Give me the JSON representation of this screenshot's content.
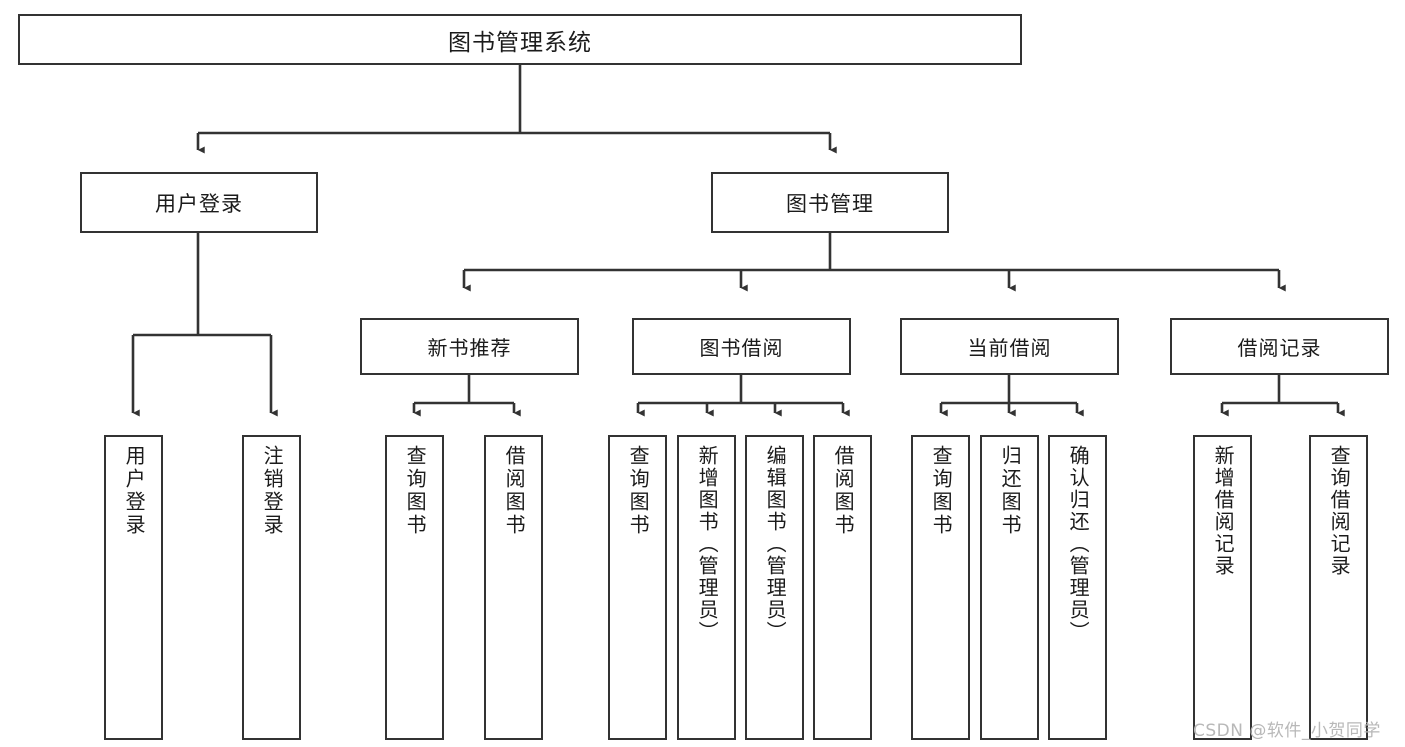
{
  "diagram": {
    "kind": "functional-structure-tree",
    "title": "图书管理系统",
    "watermark": "CSDN @软件_小贺同学",
    "colors": {
      "stroke": "#333333",
      "box_fill": "#ffffff",
      "text": "#1b1b1b",
      "background": "#ffffff",
      "watermark": "#b8b8b8"
    },
    "root": {
      "label": "图书管理系统"
    },
    "level1": [
      {
        "id": "user-login",
        "label": "用户登录"
      },
      {
        "id": "book-management",
        "label": "图书管理"
      }
    ],
    "level2": [
      {
        "id": "new-book-recommend",
        "label": "新书推荐",
        "parent": "book-management"
      },
      {
        "id": "book-borrow",
        "label": "图书借阅",
        "parent": "book-management"
      },
      {
        "id": "current-borrow",
        "label": "当前借阅",
        "parent": "book-management"
      },
      {
        "id": "borrow-record",
        "label": "借阅记录",
        "parent": "book-management"
      }
    ],
    "leaves": {
      "user_login": [
        {
          "id": "leaf-user-login",
          "label": "用户登录"
        },
        {
          "id": "leaf-logout",
          "label": "注销登录"
        }
      ],
      "new_book_recommend": [
        {
          "id": "leaf-query-book-1",
          "label": "查询图书"
        },
        {
          "id": "leaf-borrow-book-1",
          "label": "借阅图书"
        }
      ],
      "book_borrow": [
        {
          "id": "leaf-query-book-2",
          "label": "查询图书"
        },
        {
          "id": "leaf-add-book",
          "label": "新增图书（管理员）"
        },
        {
          "id": "leaf-edit-book",
          "label": "编辑图书（管理员）"
        },
        {
          "id": "leaf-borrow-book-2",
          "label": "借阅图书"
        }
      ],
      "current_borrow": [
        {
          "id": "leaf-query-book-3",
          "label": "查询图书"
        },
        {
          "id": "leaf-return-book",
          "label": "归还图书"
        },
        {
          "id": "leaf-confirm-return",
          "label": "确认归还（管理员）"
        }
      ],
      "borrow_record": [
        {
          "id": "leaf-add-record",
          "label": "新增借阅记录"
        },
        {
          "id": "leaf-query-record",
          "label": "查询借阅记录"
        }
      ]
    }
  }
}
